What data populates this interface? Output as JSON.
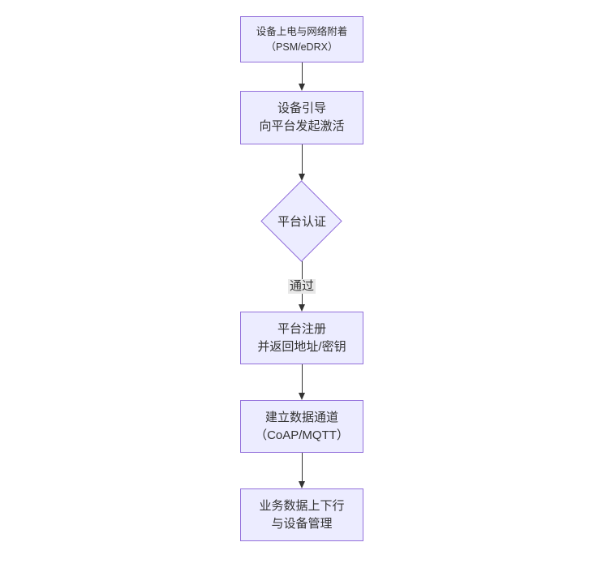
{
  "diagram": {
    "type": "flowchart",
    "direction": "top-down",
    "colors": {
      "node_fill": "#ECECFF",
      "node_border": "#9370DB",
      "arrow": "#333333",
      "text": "#333333",
      "edge_label_bg": "#e8e8e8",
      "background": "#ffffff"
    },
    "nodes": [
      {
        "id": "A",
        "shape": "rect",
        "line1": "设备上电与网络附着",
        "line2": "（PSM/eDRX）"
      },
      {
        "id": "B",
        "shape": "rect",
        "line1": "设备引导",
        "line2": "向平台发起激活"
      },
      {
        "id": "C",
        "shape": "diamond",
        "line1": "平台认证",
        "line2": ""
      },
      {
        "id": "D",
        "shape": "rect",
        "line1": "平台注册",
        "line2": "并返回地址/密钥"
      },
      {
        "id": "E",
        "shape": "rect",
        "line1": "建立数据通道",
        "line2": "（CoAP/MQTT）"
      },
      {
        "id": "F",
        "shape": "rect",
        "line1": "业务数据上下行",
        "line2": "与设备管理"
      }
    ],
    "edges": [
      {
        "from": "A",
        "to": "B",
        "label": ""
      },
      {
        "from": "B",
        "to": "C",
        "label": ""
      },
      {
        "from": "C",
        "to": "D",
        "label": "通过"
      },
      {
        "from": "D",
        "to": "E",
        "label": ""
      },
      {
        "from": "E",
        "to": "F",
        "label": ""
      }
    ]
  }
}
